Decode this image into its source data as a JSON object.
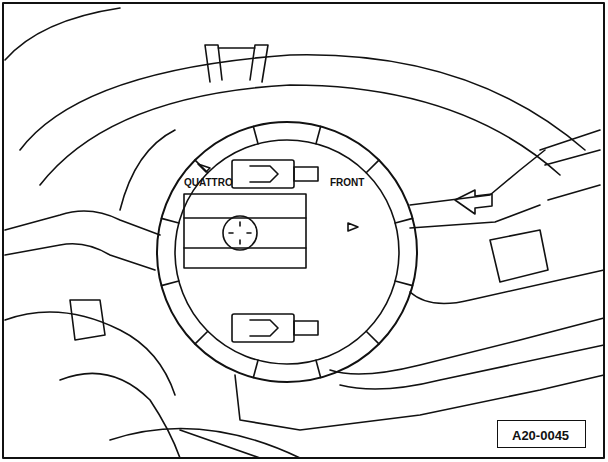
{
  "diagram": {
    "nodes": [
      {
        "text": [
          "A20-0045"
        ]
      }
    ],
    "labels": [
      "QUATTRO",
      "FRONT"
    ]
  }
}
